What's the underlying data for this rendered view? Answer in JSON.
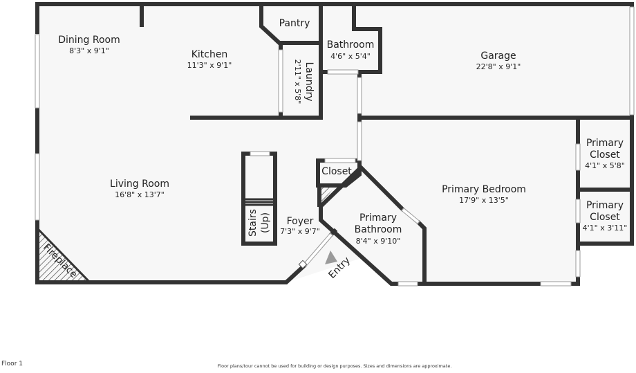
{
  "rooms": {
    "dining": {
      "name": "Dining Room",
      "dim": "8'3\" x 9'1\""
    },
    "kitchen": {
      "name": "Kitchen",
      "dim": "11'3\" x 9'1\""
    },
    "pantry": {
      "name": "Pantry"
    },
    "laundry": {
      "name": "Laundry",
      "dim": "2'11\" x 5'8\""
    },
    "bathroom": {
      "name": "Bathroom",
      "dim": "4'6\" x 5'4\""
    },
    "garage": {
      "name": "Garage",
      "dim": "22'8\" x 9'1\""
    },
    "living": {
      "name": "Living Room",
      "dim": "16'8\" x 13'7\""
    },
    "closet": {
      "name": "Closet"
    },
    "primary_bedroom": {
      "name": "Primary Bedroom",
      "dim": "17'9\" x 13'5\""
    },
    "primary_closet_1": {
      "name_line1": "Primary",
      "name_line2": "Closet",
      "dim": "4'1\" x 5'8\""
    },
    "primary_closet_2": {
      "name_line1": "Primary",
      "name_line2": "Closet",
      "dim": "4'1\" x 3'11\""
    },
    "primary_bathroom": {
      "name_line1": "Primary",
      "name_line2": "Bathroom",
      "dim": "8'4\" x 9'10\""
    },
    "foyer": {
      "name": "Foyer",
      "dim": "7'3\" x 9'7\""
    },
    "stairs": {
      "name_line1": "Stairs",
      "name_line2": "(Up)"
    },
    "fireplace": {
      "name": "Fireplace"
    }
  },
  "entry": {
    "label": "Entry"
  },
  "footer": {
    "floor": "Floor 1",
    "disclaimer": "Floor plans/tour cannot be used for building or design purposes. Sizes and dimensions are approximate."
  },
  "colors": {
    "wall": "#333333",
    "floor": "#f7f7f7",
    "arrow": "#9a9a9a"
  }
}
